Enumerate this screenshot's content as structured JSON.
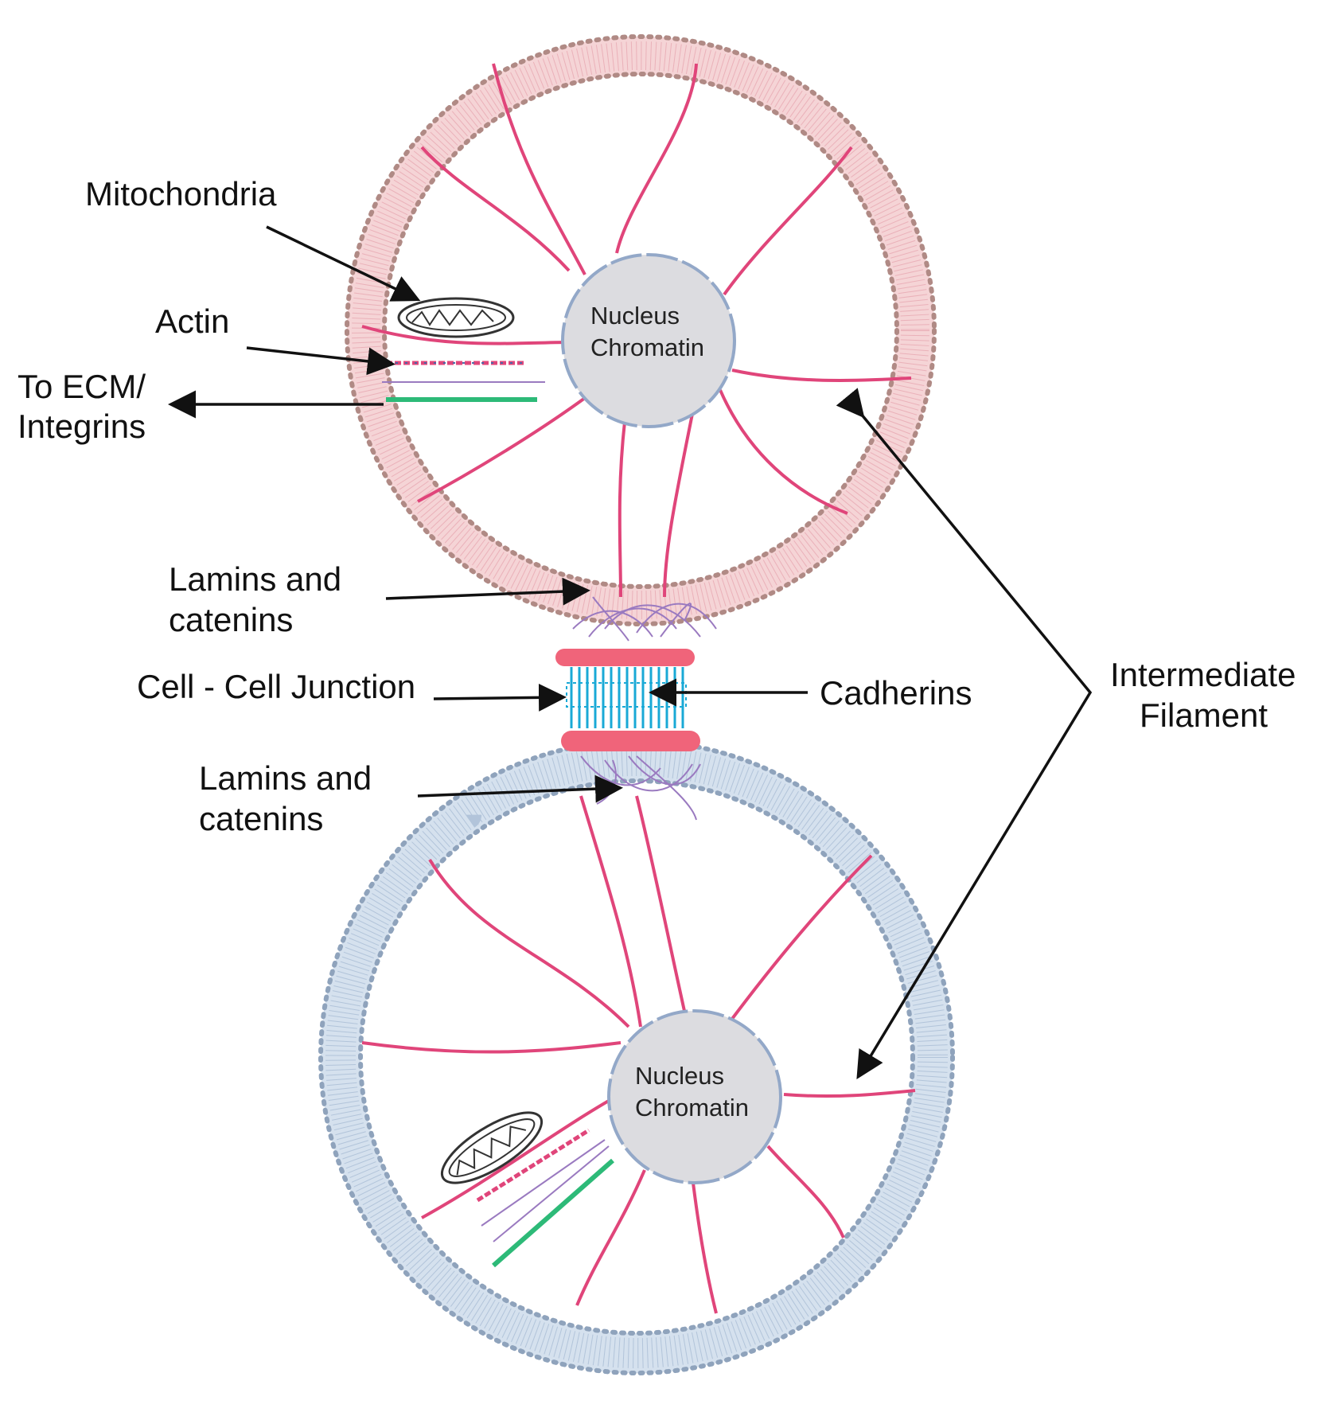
{
  "labels": {
    "mitochondria": "Mitochondria",
    "actin": "Actin",
    "to_ecm_line1": "To ECM/",
    "to_ecm_line2": "Integrins",
    "lamins_top_line1": "Lamins and",
    "lamins_top_line2": "catenins",
    "cell_cell_junction": "Cell - Cell Junction",
    "cadherins": "Cadherins",
    "lamins_bottom_line1": "Lamins and",
    "lamins_bottom_line2": "catenins",
    "intermediate_line1": "Intermediate",
    "intermediate_line2": "Filament"
  },
  "cells": {
    "top": {
      "nucleus_line1": "Nucleus",
      "nucleus_line2": "Chromatin"
    },
    "bottom": {
      "nucleus_line1": "Nucleus",
      "nucleus_line2": "Chromatin"
    }
  },
  "colors": {
    "top_membrane": "#b08a85",
    "top_membrane_fill": "#f5d4d6",
    "bottom_membrane": "#8fa3bc",
    "bottom_membrane_fill": "#d5e1ee",
    "filament": "#e0457a",
    "nucleus_fill": "#dcdce0",
    "nucleus_border": "#93a8c8",
    "junction_plate": "#f0647a",
    "cadherin": "#19a9d6",
    "catenin": "#9a7ac0",
    "integrin": "#2dba78",
    "arrow": "#111111"
  }
}
